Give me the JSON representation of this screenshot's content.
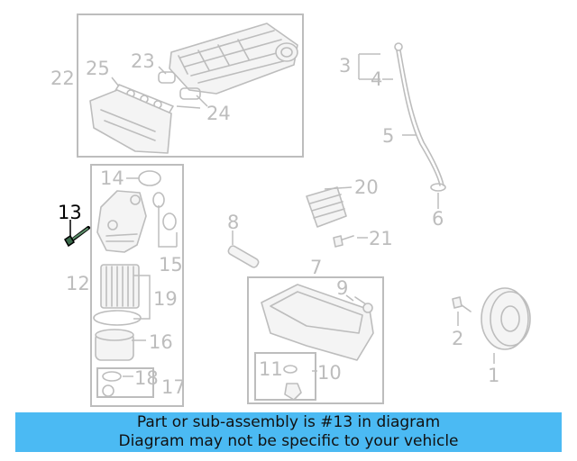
{
  "diagram": {
    "highlighted_part": "13",
    "part_labels": [
      "1",
      "2",
      "3",
      "4",
      "5",
      "6",
      "7",
      "8",
      "9",
      "10",
      "11",
      "12",
      "14",
      "15",
      "16",
      "17",
      "18",
      "19",
      "20",
      "21",
      "22",
      "23",
      "24",
      "25"
    ]
  },
  "colors": {
    "banner": "#4bbaf3",
    "line_art": "#bdbdbd",
    "highlight": "#000000"
  },
  "banner": {
    "line1": "Part or sub-assembly is #13 in diagram",
    "line2": "Diagram may not be specific to your vehicle"
  }
}
